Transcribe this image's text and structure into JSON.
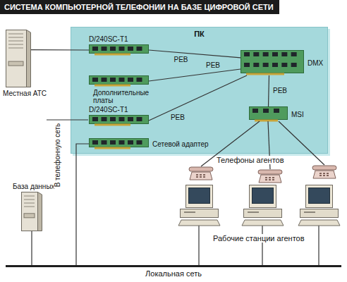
{
  "diagram": {
    "title": "СИСТЕМА КОМПЬЮТЕРНОЙ ТЕЛЕФОНИИ НА БАЗЕ ЦИФРОВОЙ СЕТИ",
    "nodes": [
      {
        "text": [
          "Местная АТС"
        ]
      },
      {
        "text": [
          "ПК"
        ]
      },
      {
        "text": [
          "D/240SC-T1"
        ],
        "in": 1
      },
      {
        "text": [
          "Дополнительные платы"
        ],
        "in": 1
      },
      {
        "text": [
          "D/240SC-T1"
        ],
        "in": 1
      },
      {
        "text": [
          "Сетевой адаптер"
        ],
        "in": 1
      },
      {
        "text": [
          "DMX"
        ],
        "in": 1
      },
      {
        "text": [
          "MSI"
        ],
        "in": 1
      },
      {
        "text": [
          "База данных"
        ]
      },
      {
        "text": [
          "Локальная сеть"
        ]
      }
    ],
    "edges": [
      {
        "from": 0,
        "to": 2,
        "arrow": "none"
      },
      {
        "from": 2,
        "to": 6,
        "label": "PEB",
        "arrow": "none"
      },
      {
        "from": 3,
        "to": 6,
        "label": "PEB",
        "arrow": "none"
      },
      {
        "from": 4,
        "to": 6,
        "label": "PEB",
        "arrow": "none"
      },
      {
        "from": 6,
        "to": 7,
        "label": "PEB",
        "arrow": "none"
      },
      {
        "from": 5,
        "to": 9,
        "arrow": "none"
      },
      {
        "from": 8,
        "to": 9,
        "arrow": "none"
      }
    ],
    "labels": [
      "В телефонную сеть",
      "Телефоны агентов",
      "Рабочие станции агентов"
    ]
  }
}
